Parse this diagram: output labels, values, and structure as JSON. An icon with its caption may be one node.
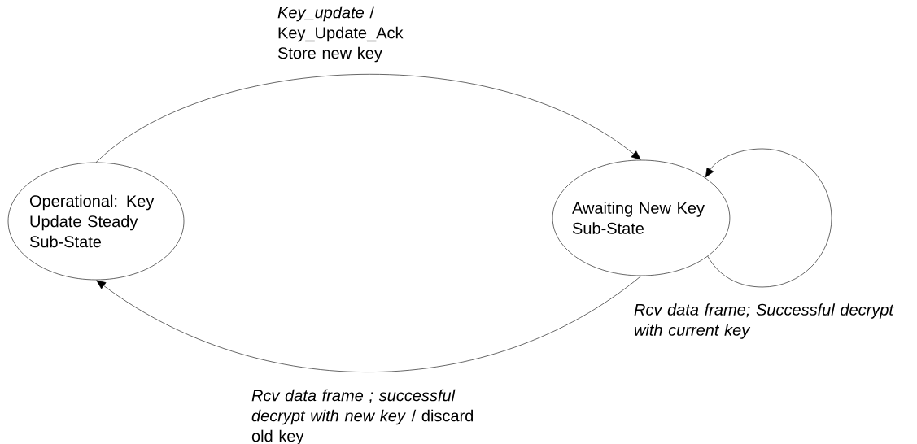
{
  "diagram": {
    "nodes": [
      {
        "text": [
          "Operational: Key Update Steady Sub-State"
        ]
      },
      {
        "text": [
          "Awaiting New Key Sub-State"
        ]
      }
    ],
    "edges": [
      {
        "from": 0,
        "to": 1,
        "arrow": "to",
        "label": "*Key_update* / Key_Update_Ack Store new key"
      },
      {
        "from": 1,
        "to": 0,
        "arrow": "to",
        "label": "*Rcv data frame ; successful decrypt with new key* / discard old key"
      },
      {
        "from": 1,
        "to": 1,
        "arrow": "to",
        "label": "Rcv data frame; Successful decrypt with current key"
      }
    ]
  }
}
